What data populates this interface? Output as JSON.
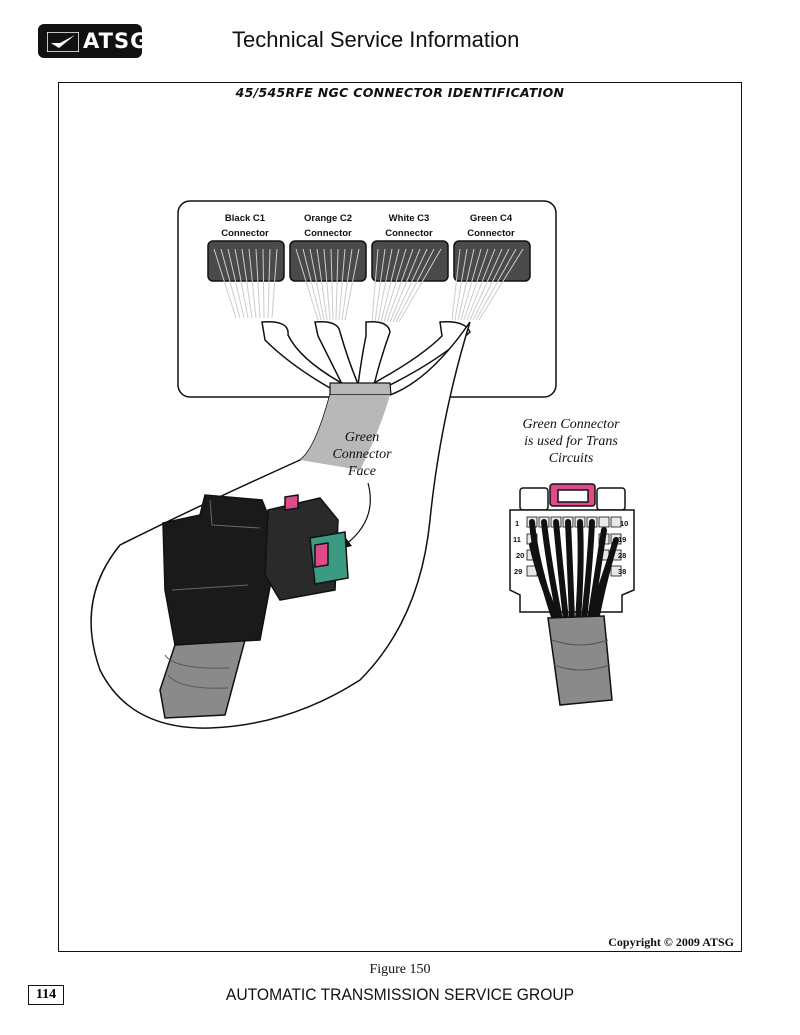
{
  "header": {
    "logo_text": "ATSG",
    "title": "Technical Service Information"
  },
  "figure": {
    "title": "45/545RFE NGC CONNECTOR IDENTIFICATION",
    "connectors": [
      {
        "line1": "Black C1",
        "line2": "Connector"
      },
      {
        "line1": "Orange C2",
        "line2": "Connector"
      },
      {
        "line1": "White C3",
        "line2": "Connector"
      },
      {
        "line1": "Green C4",
        "line2": "Connector"
      }
    ],
    "callout_face": [
      "Green",
      "Connector",
      "Face"
    ],
    "callout_trans": [
      "Green Connector",
      "is used for Trans",
      "Circuits"
    ],
    "pin_numbers": {
      "p1": "1",
      "p10": "10",
      "p11": "11",
      "p19": "19",
      "p20": "20",
      "p28": "28",
      "p29": "29",
      "p38": "38"
    },
    "copyright": "Copyright © 2009 ATSG",
    "number": "Figure 150"
  },
  "footer": {
    "page_number": "114",
    "org": "AUTOMATIC TRANSMISSION SERVICE GROUP"
  },
  "colors": {
    "green_connector": "#3a9a82",
    "pink_tab": "#e04a8a",
    "tape_gray": "#8a8a8a"
  }
}
